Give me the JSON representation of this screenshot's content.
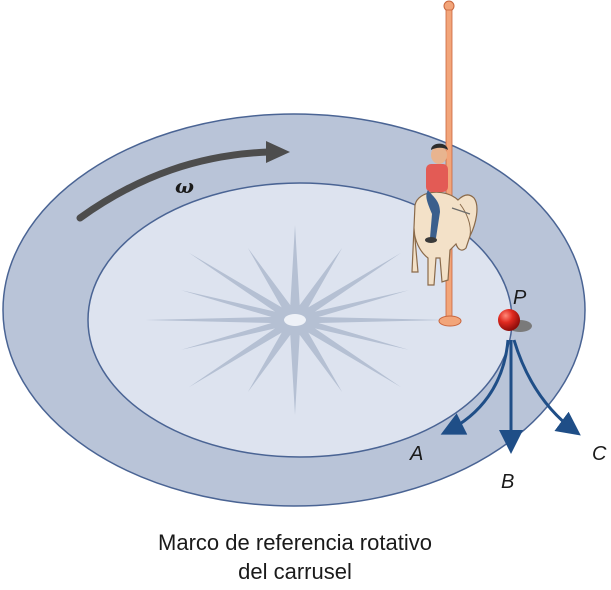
{
  "labels": {
    "omega": "ω",
    "point": "P",
    "path_a": "A",
    "path_b": "B",
    "path_c": "C"
  },
  "caption": {
    "line1": "Marco de referencia rotativo",
    "line2": "del carrusel"
  },
  "colors": {
    "outer_ring": "#b9c4d8",
    "inner_platform": "#dde3ef",
    "rim_stroke": "#4a6494",
    "star": "#b5c0d3",
    "arrows": "#1f4e87",
    "omega_arrow": "#4d4d4d",
    "ball": "#d42020",
    "pole": "#f2a57a"
  },
  "icons": [
    "rotation-arrow-icon",
    "ball-icon",
    "carousel-horse-icon",
    "rider-icon",
    "compass-star-icon"
  ]
}
